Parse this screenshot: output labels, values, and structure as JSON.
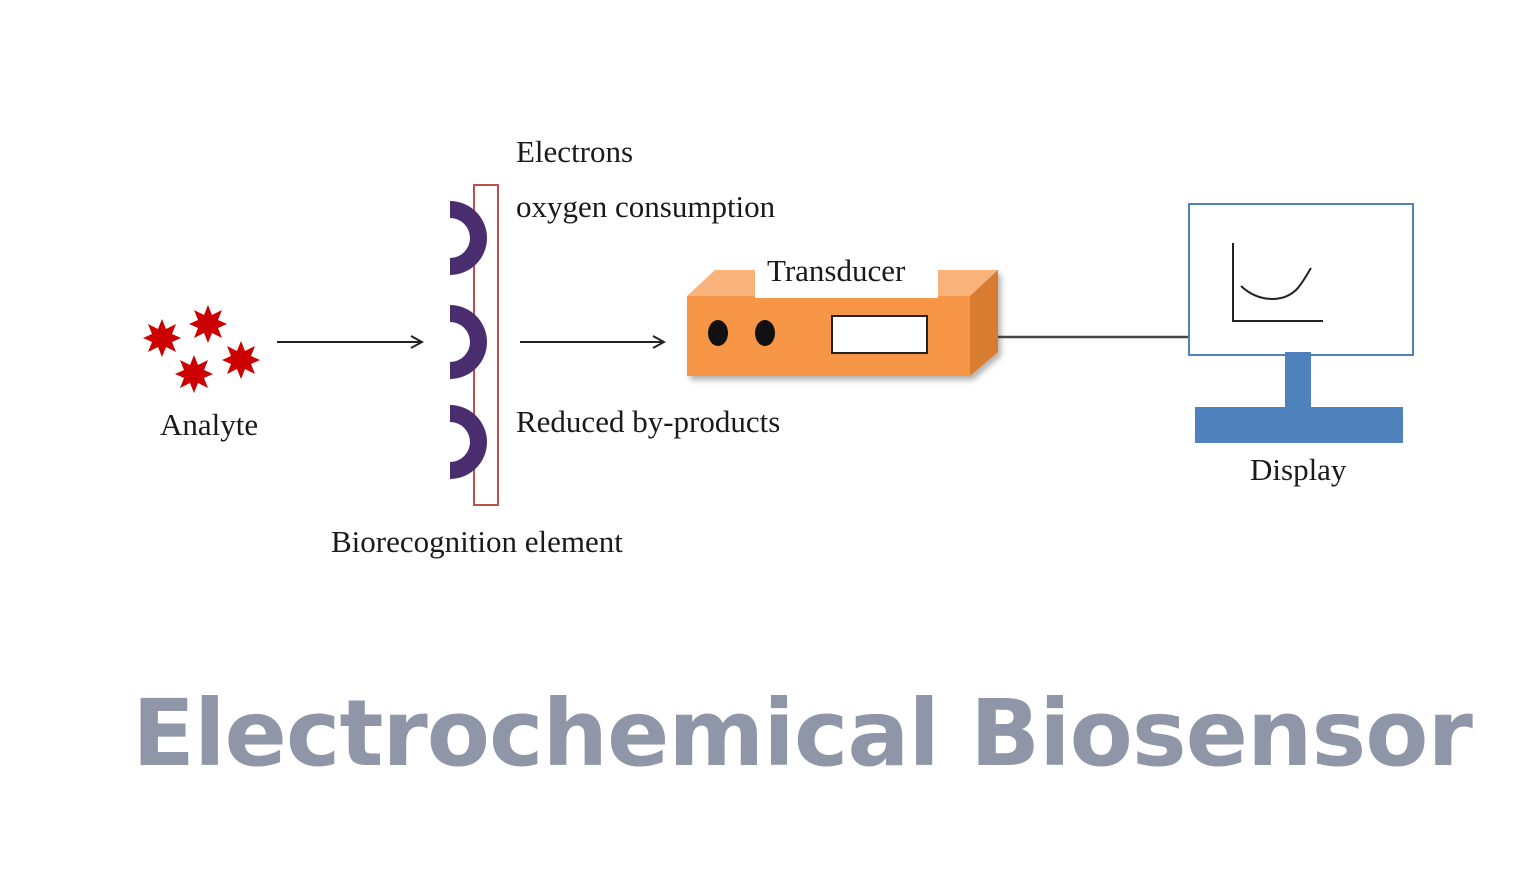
{
  "diagram": {
    "labels": {
      "analyte": "Analyte",
      "electrons": "Electrons",
      "oxygen": "oxygen consumption",
      "reduced": "Reduced by-products",
      "biorecognition": "Biorecognition element",
      "transducer": "Transducer",
      "display": "Display"
    },
    "colors": {
      "analyte_star": "#cc0000",
      "receptor": "#4a2d6e",
      "membrane_border": "#c0504d",
      "transducer_front": "#f79646",
      "transducer_top": "#f9b27a",
      "transducer_side": "#d87b30",
      "display_frame": "#4f81bd",
      "display_stand": "#4f81bd"
    },
    "icons": [
      "star-analyte-icon",
      "receptor-cup-icon",
      "arrow-right-icon",
      "transducer-box-icon",
      "monitor-icon",
      "curve-graph-icon"
    ]
  },
  "title": "Electrochemical Biosensor"
}
